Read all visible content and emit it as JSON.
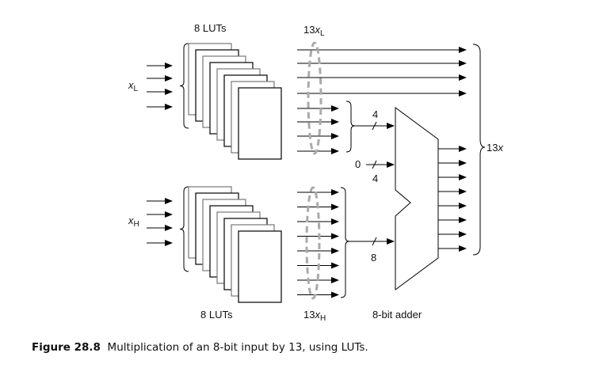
{
  "figure": {
    "caption_label": "Figure 28.8",
    "caption_text": "Multiplication of an 8-bit input by 13, using LUTs."
  },
  "labels": {
    "luts_top": "8 LUTs",
    "luts_bottom": "8 LUTs",
    "xl_base": "x",
    "xl_sub": "L",
    "xh_base": "x",
    "xh_sub": "H",
    "bus_top_prefix": "13",
    "bus_top_var": "x",
    "bus_top_sub": "L",
    "bus_bottom_prefix": "13",
    "bus_bottom_var": "x",
    "bus_bottom_sub": "H",
    "width_top": "4",
    "zero_input": "0",
    "width_zero": "4",
    "width_bottom": "8",
    "adder": "8-bit adder",
    "output_prefix": "13",
    "output_var": "x"
  },
  "structure": {
    "lut_stack_count": 8,
    "input_bits_per_group": 4,
    "top_passthrough_bits": 4,
    "top_to_adder_bits": 4,
    "bottom_to_adder_bits": 8,
    "adder_output_bits": 8
  },
  "colors": {
    "line": "#000000",
    "lut_edge_dark": "#000000",
    "lut_edge_gray": "#777777",
    "bus_ellipse": "#aaaaaa"
  }
}
